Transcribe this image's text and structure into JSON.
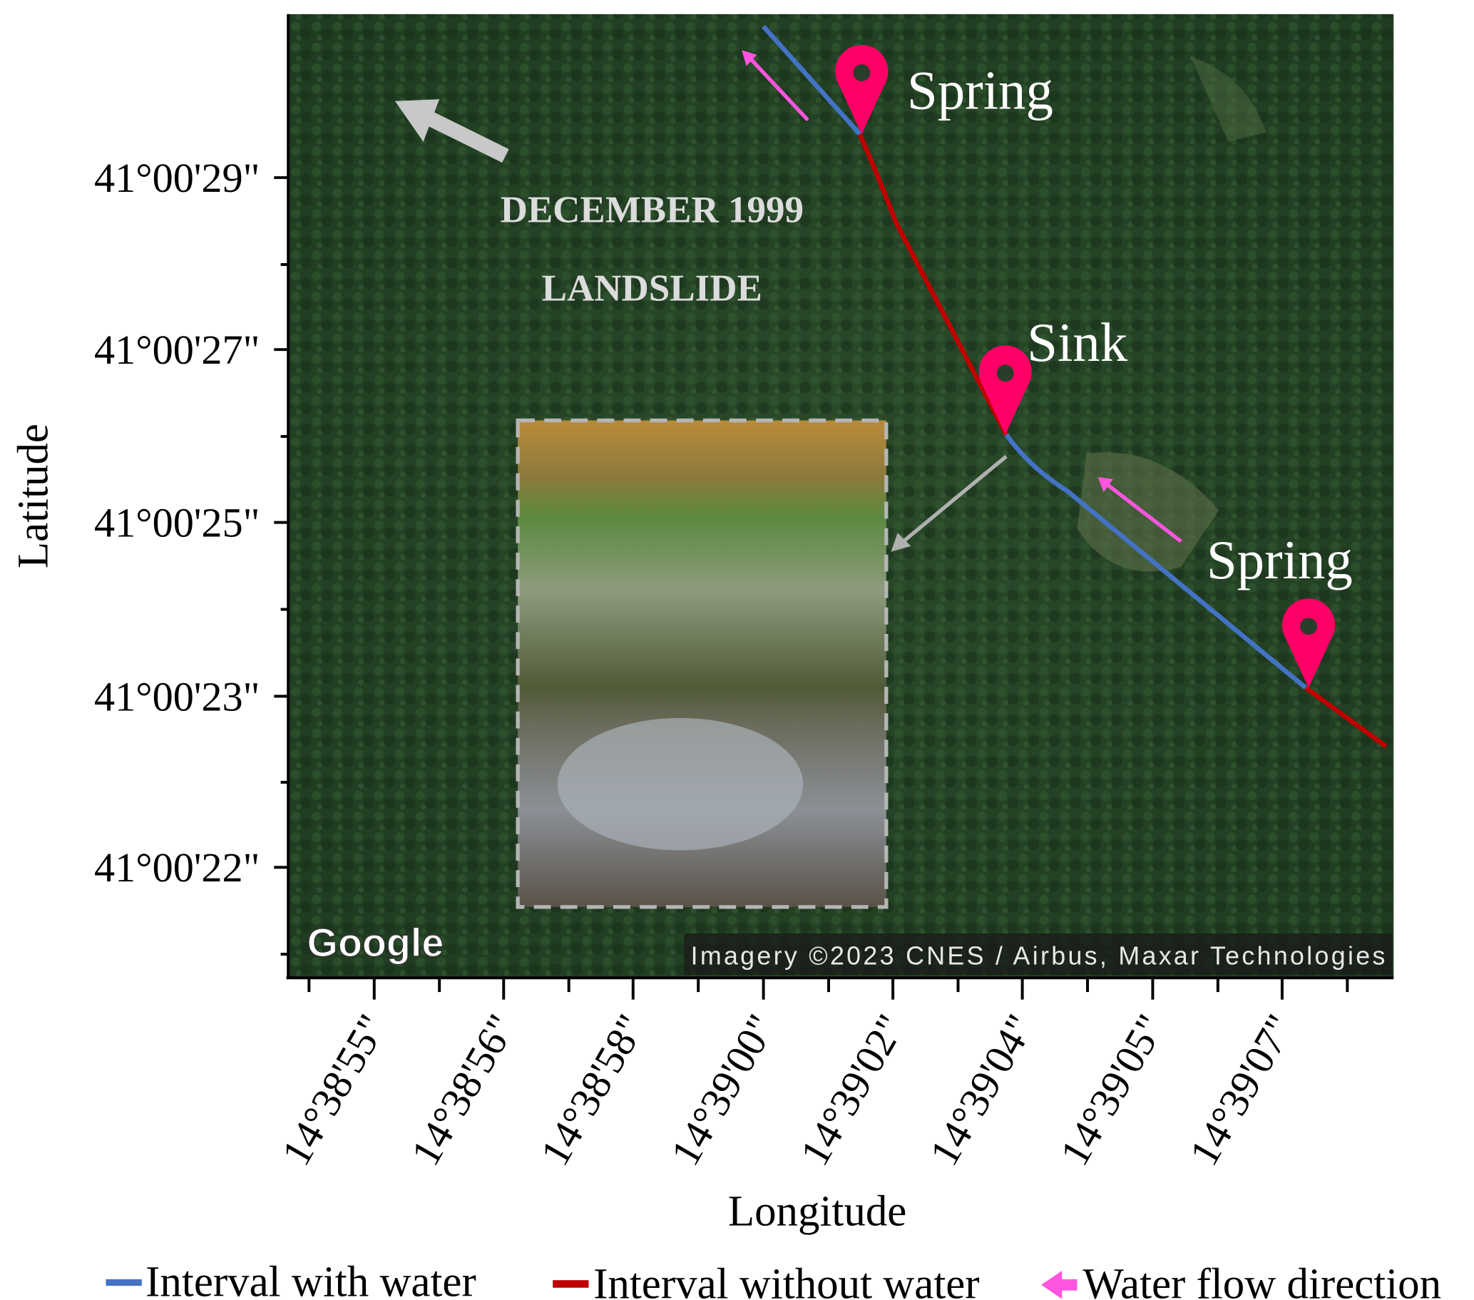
{
  "axes": {
    "y_label": "Latitude",
    "x_label": "Longitude",
    "y_ticks": [
      "41°00'29\"",
      "41°00'27\"",
      "41°00'25\"",
      "41°00'23\"",
      "41°00'22\""
    ],
    "x_ticks": [
      "14°38'55\"",
      "14°38'56\"",
      "14°38'58\"",
      "14°39'00\"",
      "14°39'02\"",
      "14°39'04\"",
      "14°39'05\"",
      "14°39'07\""
    ]
  },
  "annotations": {
    "event_line1": "DECEMBER 1999",
    "event_line2": "LANDSLIDE",
    "spring_upper": "Spring",
    "sink": "Sink",
    "spring_lower": "Spring"
  },
  "attribution": {
    "logo": "Google",
    "imagery": "Imagery ©2023 CNES / Airbus, Maxar Technologies"
  },
  "legend": [
    {
      "label": "Interval with water",
      "color": "#4472c4"
    },
    {
      "label": "Interval without water",
      "color": "#c00000"
    },
    {
      "label": "Water flow direction",
      "color": "#ff55e0"
    }
  ],
  "colors": {
    "pin": "#ff0066",
    "with_water": "#4472c4",
    "without_water": "#c00000",
    "flow_arrow": "#ff55e0"
  }
}
